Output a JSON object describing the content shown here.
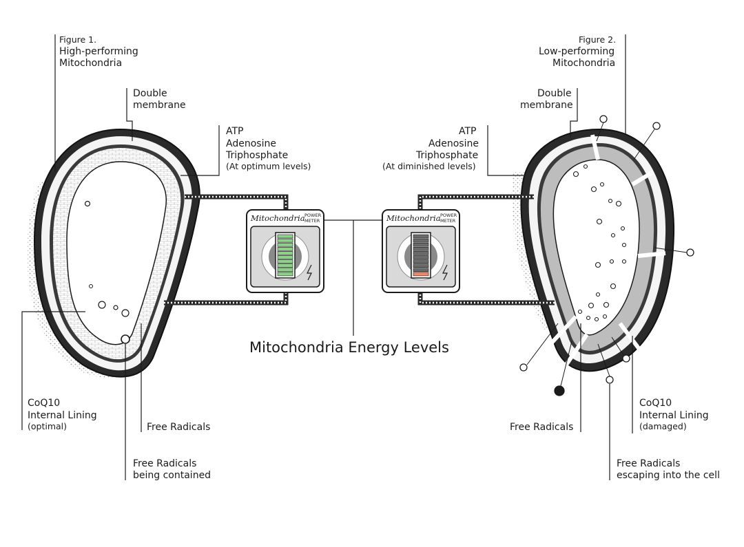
{
  "title": "Mitochondria Energy Levels",
  "figure1": {
    "fig_label": "Figure 1.",
    "name_line1": "High-performing",
    "name_line2": "Mitochondria",
    "membrane_line1": "Double",
    "membrane_line2": "membrane",
    "atp_line1": "ATP",
    "atp_line2": "Adenosine",
    "atp_line3": "Triphosphate",
    "atp_line4": "(At optimum levels)",
    "coq10_line1": "CoQ10",
    "coq10_line2": "Internal Lining",
    "coq10_line3": "(optimal)",
    "free_radicals": "Free Radicals",
    "contained_line1": "Free Radicals",
    "contained_line2": "being contained"
  },
  "figure2": {
    "fig_label": "Figure 2.",
    "name_line1": "Low-performing",
    "name_line2": "Mitochondria",
    "membrane_line1": "Double",
    "membrane_line2": "membrane",
    "atp_line1": "ATP",
    "atp_line2": "Adenosine",
    "atp_line3": "Triphosphate",
    "atp_line4": "(At diminished levels)",
    "coq10_line1": "CoQ10",
    "coq10_line2": "Internal Lining",
    "coq10_line3": "(damaged)",
    "free_radicals": "Free Radicals",
    "escaping_line1": "Free Radicals",
    "escaping_line2": "escaping into the cell"
  },
  "meter": {
    "brand": "Mitochondria",
    "sub_line1": "POWER",
    "sub_line2": "METER"
  },
  "meter_left": {
    "level_fraction": 1.0,
    "color": "#8fd18a"
  },
  "meter_right": {
    "level_fraction": 0.1,
    "color": "#f08a6a"
  },
  "colors": {
    "ink": "#1a1a1a",
    "lining_optimal": "#ffffff",
    "lining_damaged": "#bdbdbd",
    "shading": "#d8d8d8"
  }
}
